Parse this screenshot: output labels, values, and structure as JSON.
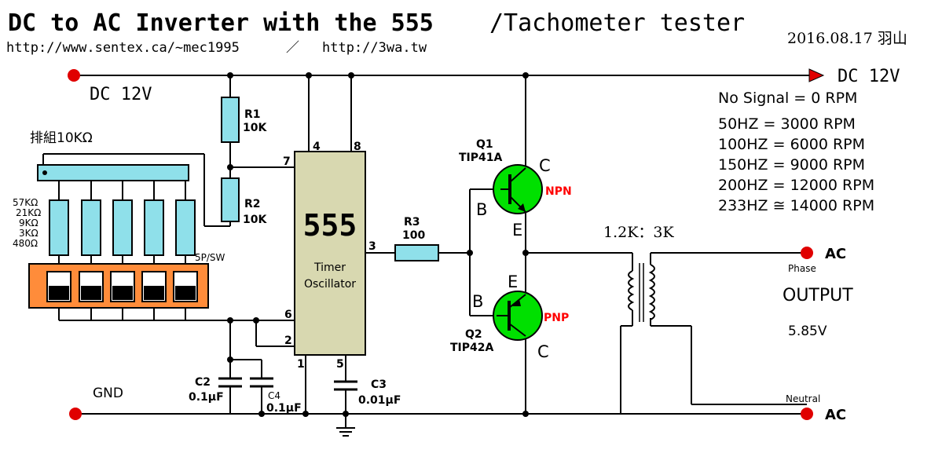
{
  "header": {
    "title_bold": "DC to AC Inverter with the 555",
    "title_rest": "/Tachometer tester",
    "url1": "http://www.sentex.ca/~mec1995",
    "separator": "／",
    "url2": "http://3wa.tw",
    "date": "2016.08.17 羽山"
  },
  "rails": {
    "dc_in": "DC 12V",
    "dc_out": "DC 12V",
    "gnd": "GND"
  },
  "rpm_table": [
    "No Signal = 0 RPM",
    "50HZ = 3000 RPM",
    "100HZ = 6000 RPM",
    "150HZ = 9000 RPM",
    "200HZ = 12000 RPM",
    "233HZ ≅ 14000 RPM"
  ],
  "resistor_network": {
    "label": "排組10KΩ",
    "values": [
      "57KΩ",
      "21KΩ",
      "9KΩ",
      "3KΩ",
      "480Ω"
    ],
    "switch_label": "5P/SW"
  },
  "components": {
    "r1": {
      "name": "R1",
      "value": "10K"
    },
    "r2": {
      "name": "R2",
      "value": "10K"
    },
    "r3": {
      "name": "R3",
      "value": "100"
    },
    "c2": {
      "name": "C2",
      "value": "0.1μF"
    },
    "c4": {
      "name": "C4",
      "value": "0.1μF"
    },
    "c3": {
      "name": "C3",
      "value": "0.01μF"
    },
    "q1": {
      "name": "Q1",
      "part": "TIP41A",
      "type": "NPN"
    },
    "q2": {
      "name": "Q2",
      "part": "TIP42A",
      "type": "PNP"
    }
  },
  "ic": {
    "name": "555",
    "line1": "Timer",
    "line2": "Oscillator",
    "pins": {
      "p1": "1",
      "p2": "2",
      "p3": "3",
      "p4": "4",
      "p5": "5",
      "p6": "6",
      "p7": "7",
      "p8": "8"
    }
  },
  "transistor_labels": {
    "q1_c": "C",
    "q1_b": "B",
    "q1_e": "E",
    "q2_e": "E",
    "q2_b": "B",
    "q2_c": "C"
  },
  "transformer": {
    "ratio": "1.2K：3K"
  },
  "output": {
    "phase": "Phase",
    "neutral": "Neutral",
    "ac_top": "AC",
    "ac_bottom": "AC",
    "label": "OUTPUT",
    "voltage": "5.85V"
  },
  "colors": {
    "component": "#8fe0ea",
    "ic_body": "#d8d8b0",
    "transistor": "#00e000",
    "switch_body": "#ff8c3a",
    "terminal": "#e00000",
    "accent_red": "#ff0000"
  }
}
